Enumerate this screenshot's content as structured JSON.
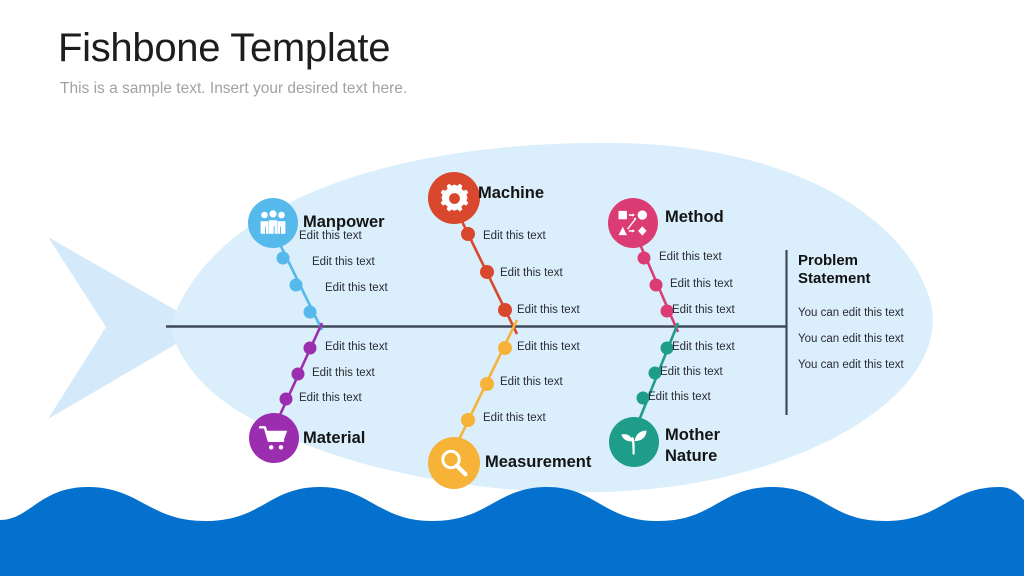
{
  "header": {
    "title": "Fishbone Template",
    "subtitle": "This is a sample text. Insert your desired text here."
  },
  "colors": {
    "manpower": "#55B9EC",
    "machine": "#D9482C",
    "method": "#DB3C74",
    "material": "#9B2EAF",
    "measurement": "#F6B337",
    "mother_nature": "#1E9D8B",
    "fish_body": "#DAEEFB",
    "fish_tail": "#D4EAFA",
    "wave": "#0571CE",
    "spine": "#3E4A5A",
    "divider": "#3E4A5A",
    "title_text": "#1d1d1d",
    "subtitle_text": "#a2a2a2"
  },
  "categories": [
    {
      "id": "manpower",
      "label": "Manpower",
      "icon": "people-icon",
      "color": "#55B9EC",
      "position": "upper",
      "items": [
        "Edit this text",
        "Edit this text",
        "Edit this text"
      ]
    },
    {
      "id": "machine",
      "label": "Machine",
      "icon": "gear-icon",
      "color": "#D9482C",
      "position": "upper",
      "items": [
        "Edit this text",
        "Edit this text",
        "Edit this text"
      ]
    },
    {
      "id": "method",
      "label": "Method",
      "icon": "process-flow-icon",
      "color": "#DB3C74",
      "position": "upper",
      "items": [
        "Edit this text",
        "Edit this text",
        "Edit this text"
      ]
    },
    {
      "id": "material",
      "label": "Material",
      "icon": "shopping-cart-icon",
      "color": "#9B2EAF",
      "position": "lower",
      "items": [
        "Edit this text",
        "Edit this text",
        "Edit this text"
      ]
    },
    {
      "id": "measurement",
      "label": "Measurement",
      "icon": "magnifier-icon",
      "color": "#F6B337",
      "position": "lower",
      "items": [
        "Edit this text",
        "Edit this text",
        "Edit this text"
      ]
    },
    {
      "id": "mother_nature",
      "label": "Mother\nNature",
      "icon": "sprout-icon",
      "color": "#1E9D8B",
      "position": "lower",
      "items": [
        "Edit this text",
        "Edit this text",
        "Edit this text"
      ]
    }
  ],
  "problem": {
    "title": "Problem\nStatement",
    "lines": [
      "You can edit this text",
      "You can edit this text",
      "You can edit this text"
    ]
  }
}
